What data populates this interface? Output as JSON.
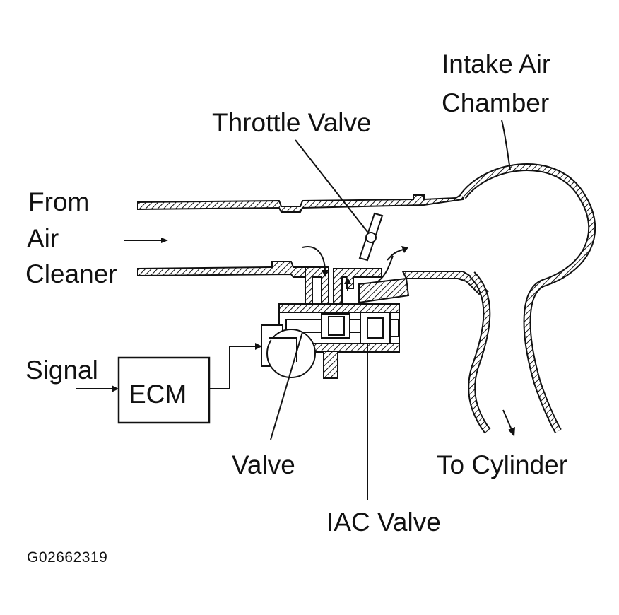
{
  "labels": {
    "intake_air_chamber_line1": "Intake Air",
    "intake_air_chamber_line2": "Chamber",
    "throttle_valve": "Throttle Valve",
    "from_line1": "From",
    "from_line2": "Air",
    "from_line3": "Cleaner",
    "signal": "Signal",
    "ecm": "ECM",
    "valve": "Valve",
    "to_cylinder": "To Cylinder",
    "iac_valve": "IAC Valve",
    "figure_id": "G02662319"
  },
  "colors": {
    "ink": "#111111",
    "background": "#ffffff"
  }
}
